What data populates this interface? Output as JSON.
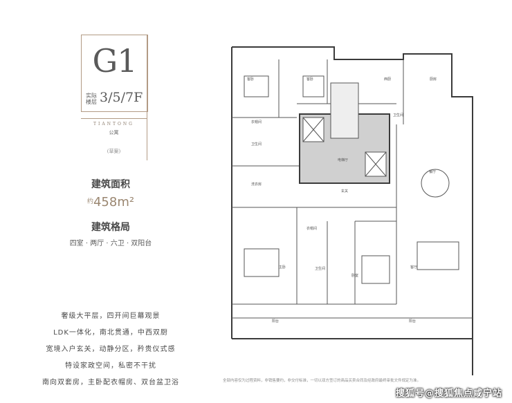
{
  "unit": {
    "code": "G1",
    "floor_label_line1": "实际",
    "floor_label_line2": "楼层",
    "floors": "3/5/7F",
    "brand_en": "TIANTONG",
    "brand_cn": "公寓",
    "draft": "(草案)"
  },
  "area": {
    "title": "建筑面积",
    "about": "约",
    "value": "458",
    "unit": "m²"
  },
  "layout": {
    "title": "建筑格局",
    "value": "四室 · 两厅 · 六卫 · 双阳台"
  },
  "features": [
    "奢级大平层，四开间巨幕观景",
    "LDK一体化，南北贯通，中西双厨",
    "宽境入户玄关，动静分区，矜贵仪式感",
    "特设家政空间，私密不干扰",
    "南向双套房，主卧配衣帽房、双台盆卫浴"
  ],
  "plan_labels": {
    "bed_nw": "客卧",
    "bed_n": "客卧",
    "western_kitchen": "西厨",
    "kitchen": "厨房",
    "closet_1": "衣帽间",
    "bath_1": "卫生间",
    "bath_2": "卫生间",
    "elevator_hall": "电梯厅",
    "foyer": "玄关",
    "dining": "餐厅",
    "living": "客厅",
    "master_bed": "主卧",
    "second_bed": "卧室",
    "master_bath": "卫生间",
    "balcony_w": "阳台",
    "balcony_e": "阳台",
    "laundry": "洗衣房",
    "closet_2": "衣帽间"
  },
  "disclaimer": "全部内容仅为过程资料，非销售要约，非交付标准，一切以双方签订的商品买卖合同及经政府最终审批文件规定为准。",
  "watermark": "搜狐号@搜狐焦点咸宁站",
  "colors": {
    "accent": "#9a8670",
    "frame": "#b29a84",
    "wall": "#3a3a3a"
  }
}
